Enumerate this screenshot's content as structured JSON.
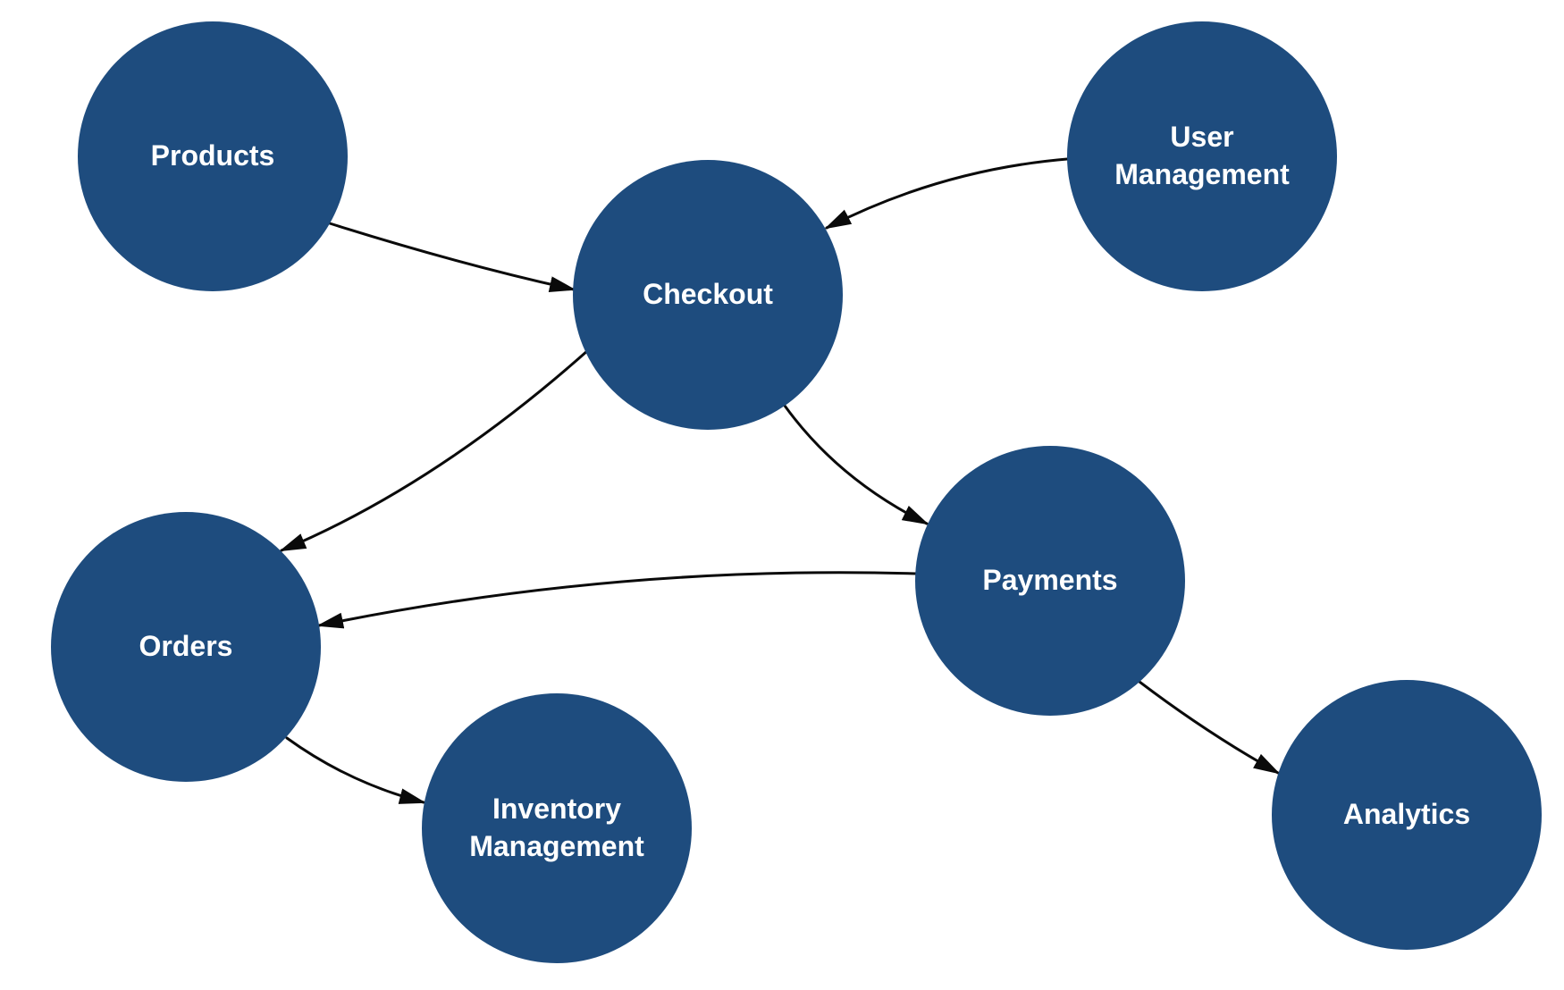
{
  "diagram": {
    "colors": {
      "canvas_background": "#ffffff",
      "node_fill": "#1e4c7e",
      "node_text": "#ffffff",
      "edge_color": "#0a0a0a"
    },
    "nodes": [
      {
        "id": "products",
        "label": "Products"
      },
      {
        "id": "user-management",
        "label": "User Management"
      },
      {
        "id": "checkout",
        "label": "Checkout"
      },
      {
        "id": "payments",
        "label": "Payments"
      },
      {
        "id": "orders",
        "label": "Orders"
      },
      {
        "id": "inventory-management",
        "label": "Inventory Management"
      },
      {
        "id": "analytics",
        "label": "Analytics"
      }
    ],
    "edges": [
      {
        "from": "products",
        "to": "checkout"
      },
      {
        "from": "user-management",
        "to": "checkout"
      },
      {
        "from": "checkout",
        "to": "orders"
      },
      {
        "from": "checkout",
        "to": "payments"
      },
      {
        "from": "payments",
        "to": "orders"
      },
      {
        "from": "orders",
        "to": "inventory-management"
      },
      {
        "from": "payments",
        "to": "analytics"
      }
    ]
  }
}
